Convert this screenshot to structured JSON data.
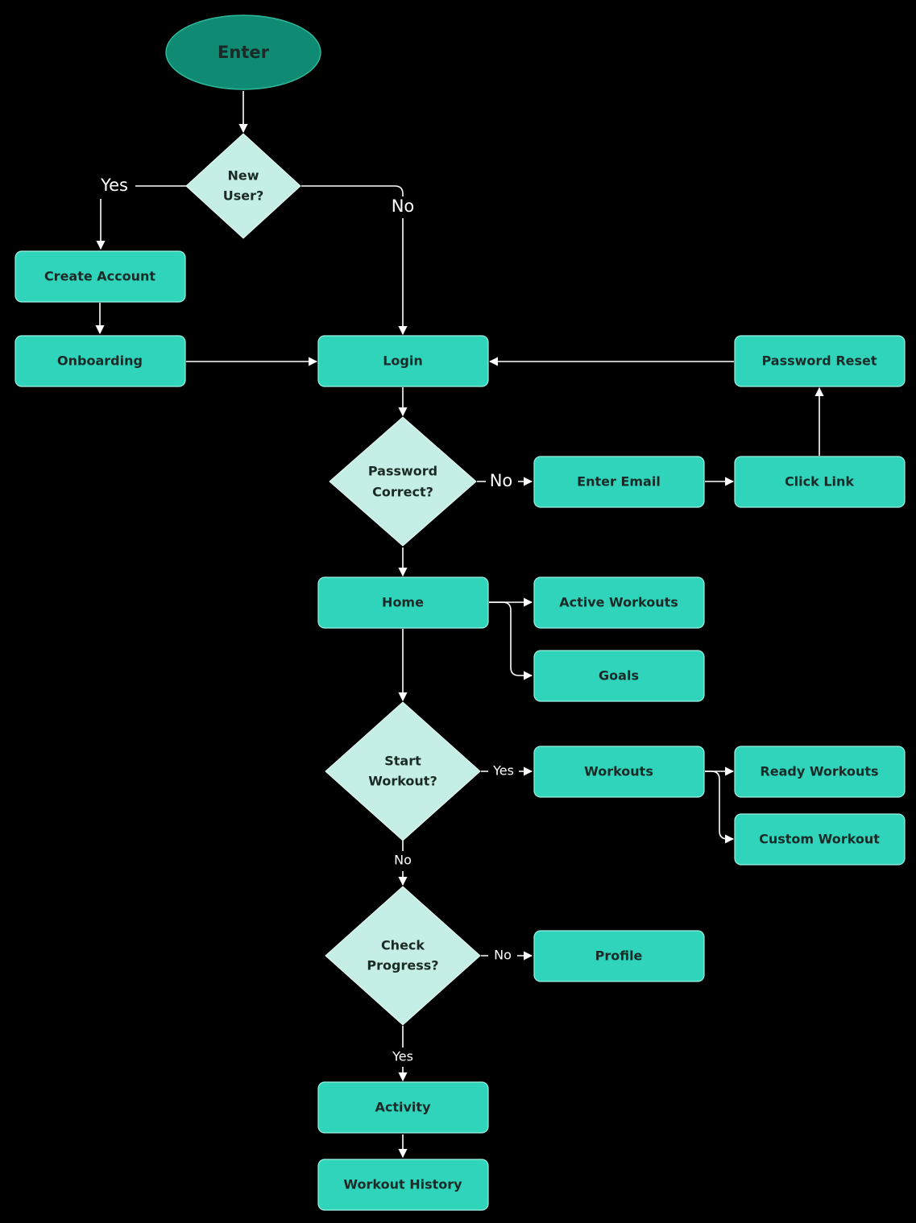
{
  "colors": {
    "background": "#000000",
    "process_fill": "#2fd4bb",
    "process_stroke": "#9ef0e2",
    "decision_fill": "#c5efe6",
    "start_fill": "#0f8a73",
    "text": "#1b2a27",
    "connector": "#ffffff"
  },
  "nodes": {
    "enter": "Enter",
    "new_user": [
      "New",
      "User?"
    ],
    "create_account": "Create Account",
    "onboarding": "Onboarding",
    "login": "Login",
    "password_reset": "Password Reset",
    "password_correct": [
      "Password",
      "Correct?"
    ],
    "enter_email": "Enter Email",
    "click_link": "Click Link",
    "home": "Home",
    "active_workouts": "Active Workouts",
    "goals": "Goals",
    "start_workout": [
      "Start",
      "Workout?"
    ],
    "workouts": "Workouts",
    "ready_workouts": "Ready Workouts",
    "custom_workout": "Custom Workout",
    "check_progress": [
      "Check",
      "Progress?"
    ],
    "profile": "Profile",
    "activity": "Activity",
    "workout_history": "Workout History"
  },
  "edge_labels": {
    "new_user_yes": "Yes",
    "new_user_no": "No",
    "password_no": "No",
    "start_workout_yes": "Yes",
    "start_workout_no": "No",
    "check_progress_no": "No",
    "check_progress_yes": "Yes"
  }
}
